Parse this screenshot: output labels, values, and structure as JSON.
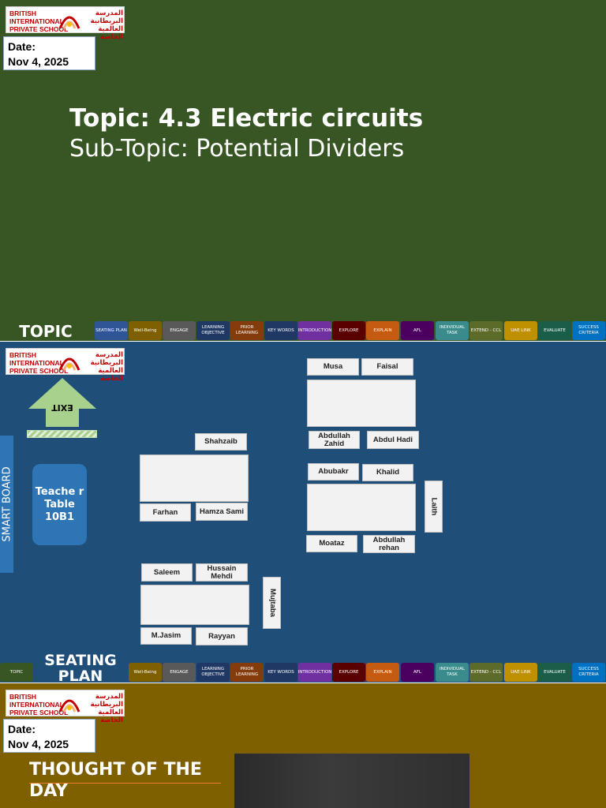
{
  "school": {
    "name_en": [
      "BRITISH",
      "INTERNATIONAL",
      "PRIVATE SCHOOL"
    ],
    "name_ar": [
      "المدرسة",
      "البريطانية",
      "العالمية الخاصة"
    ]
  },
  "slide1": {
    "date_label": "Date:",
    "date_value": "Nov 4, 2025",
    "topic": "Topic: 4.3 Electric circuits",
    "subtopic": "Sub-Topic: Potential Dividers",
    "active_tab": "TOPIC"
  },
  "nav": [
    {
      "label": "SEATING PLAN",
      "color": "#2f5597"
    },
    {
      "label": "Well-Being",
      "color": "#7f6000"
    },
    {
      "label": "ENGAGE",
      "color": "#595959"
    },
    {
      "label": "LEARNING OBJECTIVE",
      "color": "#1f3864"
    },
    {
      "label": "PRIOR LEARNING",
      "color": "#843c0c"
    },
    {
      "label": "KEY WORDS",
      "color": "#203864"
    },
    {
      "label": "INTRODUCTION",
      "color": "#7030a0"
    },
    {
      "label": "EXPLORE",
      "color": "#5b0000"
    },
    {
      "label": "EXPLAIN",
      "color": "#c55a11"
    },
    {
      "label": "AFL",
      "color": "#4b0060"
    },
    {
      "label": "INDIVIDUAL TASK",
      "color": "#3a8c8c"
    },
    {
      "label": "EXTEND - CCL",
      "color": "#5d6b2a"
    },
    {
      "label": "UAE LINK",
      "color": "#bf9000"
    },
    {
      "label": "EVALUATE",
      "color": "#1a5e4a"
    },
    {
      "label": "SUCCESS CRITERIA",
      "color": "#0070c0"
    }
  ],
  "slide2": {
    "active_tab": "SEATING PLAN",
    "topic_tab": "TOPIC",
    "smart_board": "SMART BOARD",
    "teacher_table": "Teache r Table 10B1",
    "exit": "EXIT",
    "students": {
      "musa": "Musa",
      "faisal": "Faisal",
      "abdullah_zahid": "Abdullah Zahid",
      "abdul_hadi": "Abdul Hadi",
      "abubakr": "Abubakr",
      "khalid": "Khalid",
      "laith": "Laith",
      "moataz": "Moataz",
      "abdullah_rehan": "Abdullah rehan",
      "shahzaib": "Shahzaib",
      "farhan": "Farhan",
      "hamza_sami": "Hamza Sami",
      "saleem": "Saleem",
      "hussain_mehdi": "Hussain Mehdi",
      "mujtaba": "Mujtaba",
      "m_jasim": "M.Jasim",
      "rayyan": "Rayyan"
    }
  },
  "slide3": {
    "date_label": "Date:",
    "date_value": "Nov 4, 2025",
    "thought": "THOUGHT OF THE DAY"
  }
}
